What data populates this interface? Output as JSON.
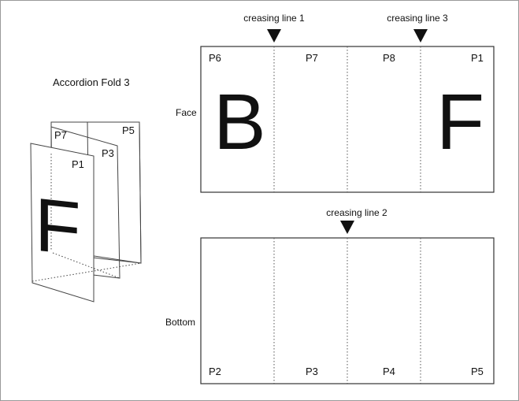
{
  "title": "Accordion Fold 3",
  "colors": {
    "ink": "#111111",
    "panel_stroke": "#333333",
    "crease": "#555555",
    "frame": "#9a9a9a"
  },
  "face_panel": {
    "side_label": "Face",
    "pages": [
      "P6",
      "P7",
      "P8",
      "P1"
    ],
    "letters": {
      "left": "B",
      "right": "F"
    }
  },
  "bottom_panel": {
    "side_label": "Bottom",
    "pages": [
      "P2",
      "P3",
      "P4",
      "P5"
    ]
  },
  "creasing_lines": {
    "line1": "creasing line 1",
    "line2": "creasing line 2",
    "line3": "creasing line 3"
  },
  "folded_illustration": {
    "pages": {
      "back": "P7",
      "back_right": "P5",
      "middle": "P3",
      "front": "P1"
    },
    "cover_letter": "F"
  }
}
